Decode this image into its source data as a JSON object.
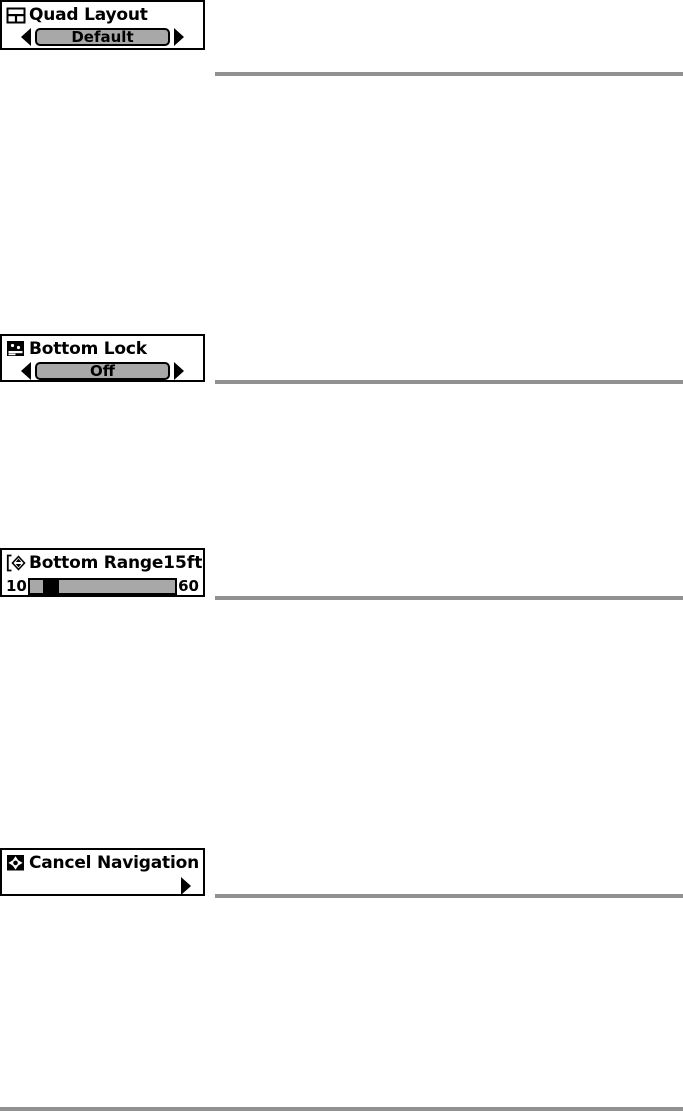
{
  "page": {
    "background": "#ffffff",
    "rule_color": "#919191",
    "accent_fill": "#a8a8a8",
    "ink": "#000000"
  },
  "widgets": [
    {
      "id": "quad-layout",
      "title": "Quad Layout",
      "icon": "quad-split-icon",
      "control": "selector",
      "value": "Default",
      "left_arrow": "prev-arrow-icon",
      "right_arrow": "next-arrow-icon"
    },
    {
      "id": "bottom-lock",
      "title": "Bottom Lock",
      "icon": "bottom-lock-icon",
      "control": "selector",
      "value": "Off",
      "left_arrow": "prev-arrow-icon",
      "right_arrow": "next-arrow-icon"
    },
    {
      "id": "bottom-range",
      "title": "Bottom Range",
      "icon": "bottom-range-icon",
      "control": "slider",
      "value": "15ft",
      "min_label": "10",
      "max_label": "60",
      "min": 10,
      "max": 60,
      "current": 15
    },
    {
      "id": "cancel-navigation",
      "title": "Cancel Navigation",
      "icon": "cancel-navigation-icon",
      "control": "forward",
      "right_arrow": "next-arrow-icon"
    }
  ]
}
